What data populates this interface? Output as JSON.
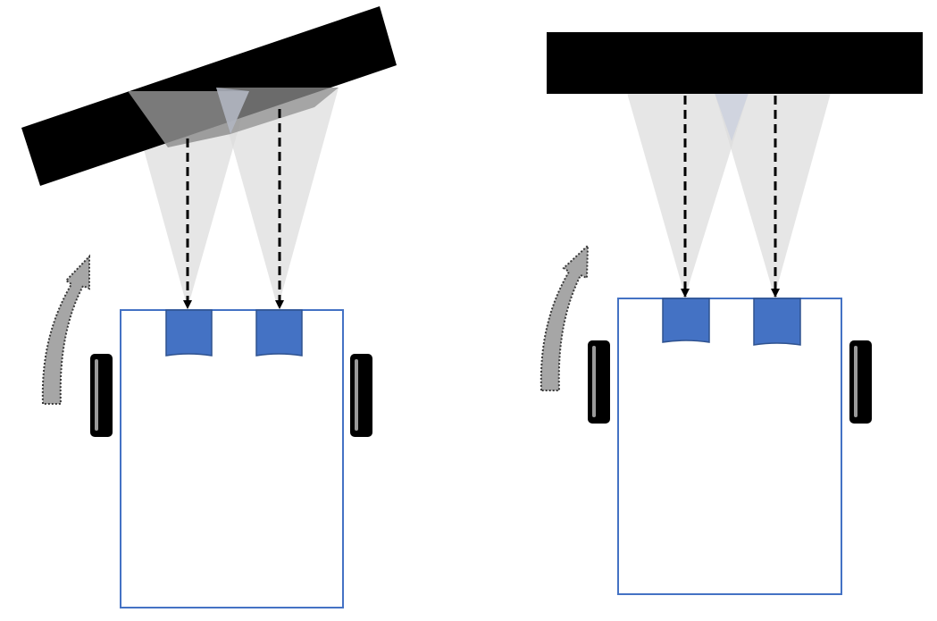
{
  "diagram": {
    "panels": [
      {
        "id": "left",
        "wall_orientation": "tilted",
        "robot_turn_direction": "clockwise",
        "sensor_count": 2,
        "wheel_count": 2
      },
      {
        "id": "right",
        "wall_orientation": "parallel",
        "robot_turn_direction": "clockwise",
        "sensor_count": 2,
        "wheel_count": 2
      }
    ],
    "colors": {
      "wall": "#000000",
      "robot_body_fill": "#ffffff",
      "robot_body_outline": "#4472c4",
      "sensor": "#4472c4",
      "sensor_outline": "#2f528f",
      "sensor_beam": "#dcdcdc",
      "wheel": "#000000",
      "wheel_highlight": "#9a9a9a",
      "turn_arrow_fill": "#a6a6a6",
      "turn_arrow_outline": "#3a3a3a",
      "ray": "#000000"
    },
    "icons": {
      "turn_arrow": "curved-arrow-icon",
      "ray_arrow": "dashed-arrow-icon"
    }
  }
}
